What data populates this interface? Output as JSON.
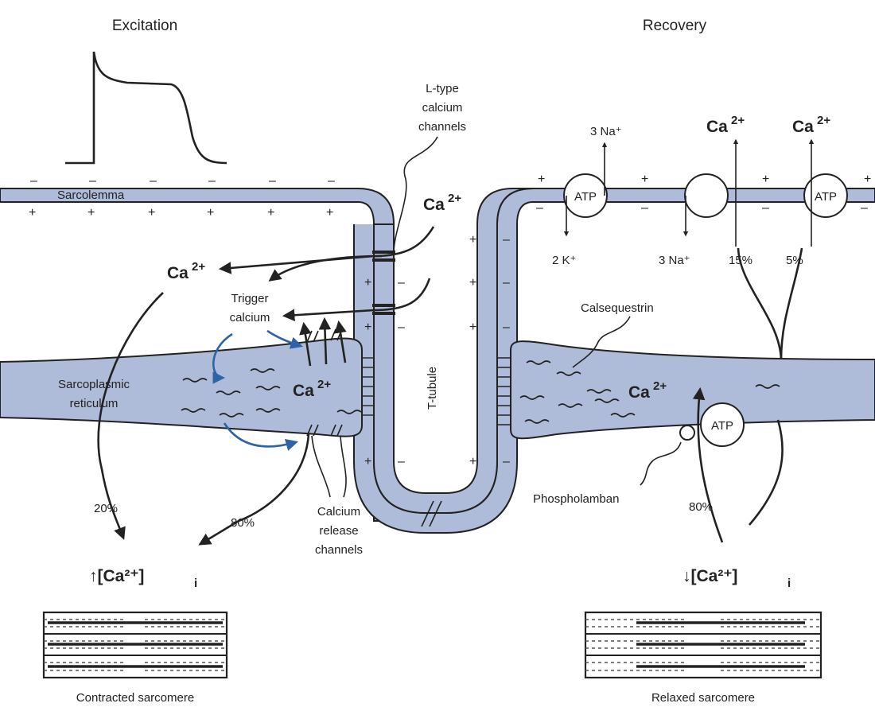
{
  "headers": {
    "left": "Excitation",
    "right": "Recovery"
  },
  "labels": {
    "sarcolemma": "Sarcolemma",
    "ltype": [
      "L-type",
      "calcium",
      "channels"
    ],
    "trigger": [
      "Trigger",
      "calcium"
    ],
    "sr": [
      "Sarcoplasmic",
      "reticulum"
    ],
    "ttubule": "T-tubule",
    "release": [
      "Calcium",
      "release",
      "channels"
    ],
    "calsequestrin": "Calsequestrin",
    "phospholamban": "Phospholamban",
    "contracted": "Contracted sarcomere",
    "relaxed": "Relaxed sarcomere",
    "atp": "ATP",
    "na3_top": "3 Na⁺",
    "k2": "2 K⁺",
    "na3_bottom": "3 Na⁺",
    "pct15": "15%",
    "pct5": "5%",
    "pct20": "20%",
    "pct80_left": "80%",
    "pct80_right": "80%",
    "ca_base": "Ca",
    "ca_sup": "2+",
    "ci_up": "↑[Ca²⁺]",
    "ci_down": "↓[Ca²⁺]",
    "ci_sub": "i",
    "plus": "+",
    "minus": "–"
  },
  "colors": {
    "membrane": "#aebbd9",
    "blue_arrow": "#2e63a8",
    "ink": "#222222"
  }
}
